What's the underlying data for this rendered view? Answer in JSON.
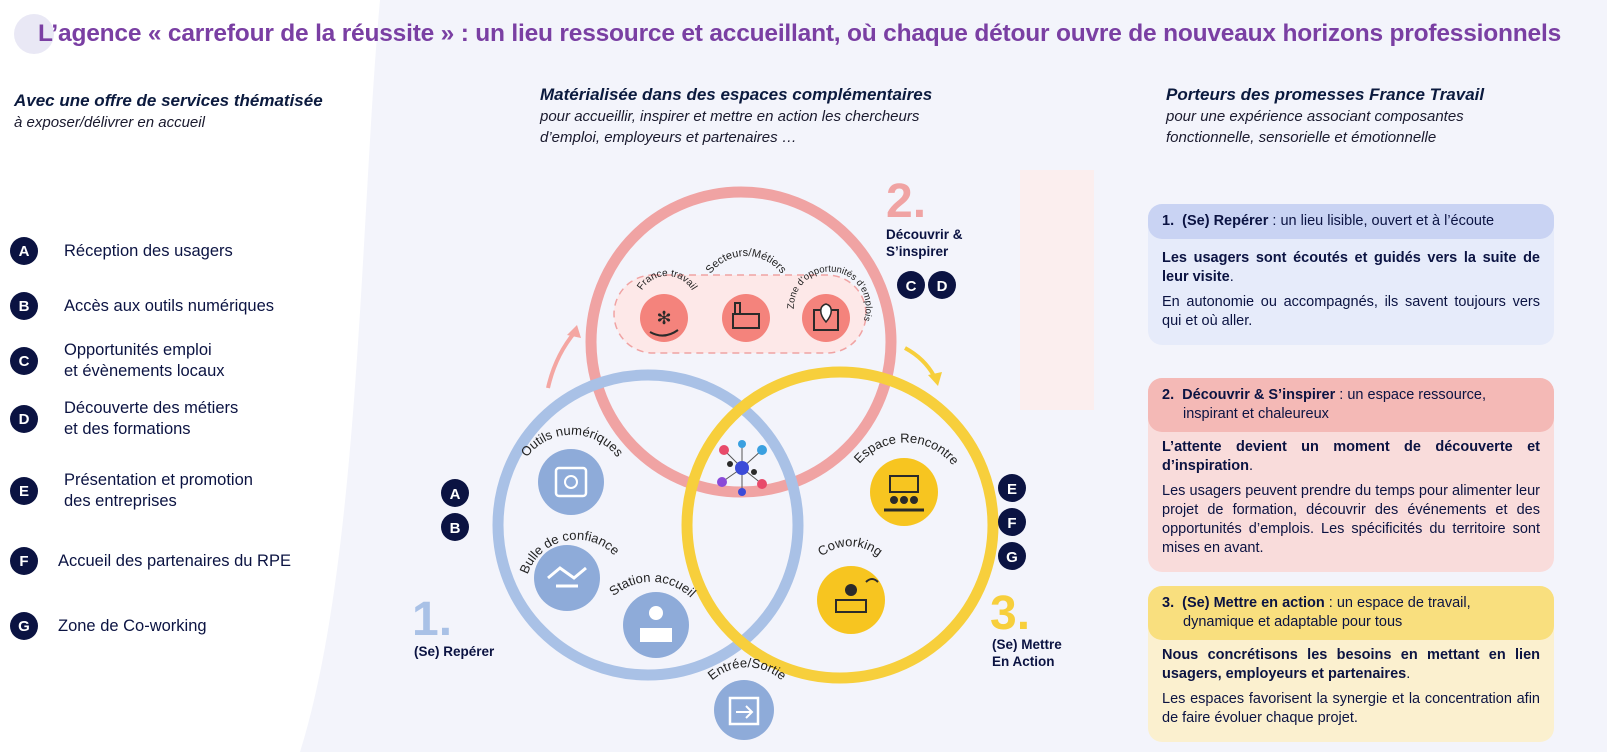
{
  "title": "L’agence « carrefour de la réussite » : un lieu ressource et accueillant, où chaque détour ouvre de nouveaux horizons professionnels",
  "colors": {
    "purple": "#7a3fa3",
    "navy": "#0b1342",
    "pink": "#f0a3a3",
    "blue": "#a9c1e6",
    "yellow": "#f7cf3c"
  },
  "col1": {
    "heading": "Avec une offre de services thématisée",
    "subtitle": "à exposer/délivrer en accueil"
  },
  "col2": {
    "heading": "Matérialisée dans des espaces complémentaires",
    "subtitle_l1": "pour accueillir, inspirer et mettre en action les chercheurs",
    "subtitle_l2": "d’emploi, employeurs et partenaires …"
  },
  "col3": {
    "heading": "Porteurs des promesses France Travail",
    "subtitle_l1": "pour une expérience associant composantes",
    "subtitle_l2": "fonctionnelle, sensorielle et émotionnelle"
  },
  "legend": [
    {
      "letter": "A",
      "l1": "Réception des usagers",
      "l2": ""
    },
    {
      "letter": "B",
      "l1": "Accès aux outils numériques",
      "l2": ""
    },
    {
      "letter": "C",
      "l1": "Opportunités emploi",
      "l2": "et évènements locaux"
    },
    {
      "letter": "D",
      "l1": "Découverte des métiers",
      "l2": "et des formations"
    },
    {
      "letter": "E",
      "l1": "Présentation et promotion",
      "l2": "des entreprises"
    },
    {
      "letter": "F",
      "l1": "Accueil des partenaires du RPE",
      "l2": ""
    },
    {
      "letter": "G",
      "l1": "Zone de Co-working",
      "l2": ""
    }
  ],
  "diagram": {
    "step1": {
      "num": "1.",
      "label": "(Se) Repérer"
    },
    "step2": {
      "num": "2.",
      "label_l1": "Découvrir &",
      "label_l2": "S’inspirer"
    },
    "step3": {
      "num": "3.",
      "label_l1": "(Se) Mettre",
      "label_l2": "En Action"
    },
    "badges_left": [
      "A",
      "B"
    ],
    "badges_top": [
      "C",
      "D"
    ],
    "badges_right": [
      "E",
      "F",
      "G"
    ],
    "spaces": {
      "france_travail": "France travail",
      "secteurs": "Secteurs/Métiers",
      "zone": "Zone d’opportunités d’emplois",
      "outils": "Outils numériques",
      "bulle": "Bulle de confiance",
      "station": "Station accueil",
      "entree": "Entrée/Sortie",
      "rencontre": "Espace Rencontre",
      "coworking": "Coworking"
    },
    "icons": [
      "hand-snowflake-icon",
      "factory-icon",
      "map-pin-icon",
      "touchscreen-icon",
      "handshake-icon",
      "reception-desk-icon",
      "door-arrows-icon",
      "meeting-icon",
      "coworking-icon",
      "network-icon"
    ]
  },
  "cards": [
    {
      "num": "1.",
      "head_bold": "(Se) Repérer",
      "head_rest": " : un lieu lisible, ouvert et à l’écoute",
      "head_rest2": "",
      "body_bold": "Les usagers sont écoutés et guidés vers la suite de leur visite",
      "body_text": "En autonomie ou accompagnés, ils savent toujours vers qui et où aller.",
      "head_color": "#c9d3f3",
      "body_color": "#e6ebfa"
    },
    {
      "num": "2.",
      "head_bold": "Découvrir & S’inspirer",
      "head_rest": " : un espace ressource,",
      "head_rest2": "inspirant et chaleureux",
      "body_bold": "L’attente devient un moment de découverte et d’inspiration",
      "body_text": "Les usagers peuvent prendre du temps pour alimenter leur projet de formation, découvrir des événements et des opportunités d’emplois. Les spécificités du territoire sont mises en avant.",
      "head_color": "#f4b9b6",
      "body_color": "#f9dcdb"
    },
    {
      "num": "3.",
      "head_bold": "(Se) Mettre en action",
      "head_rest": " : un espace de travail,",
      "head_rest2": "dynamique et adaptable pour tous",
      "body_bold": "Nous concrétisons les besoins en mettant en lien usagers, employeurs et partenaires",
      "body_text": "Les espaces favorisent la synergie et la concentration afin de faire évoluer chaque projet.",
      "head_color": "#f9df7e",
      "body_color": "#fbf0cf"
    }
  ]
}
